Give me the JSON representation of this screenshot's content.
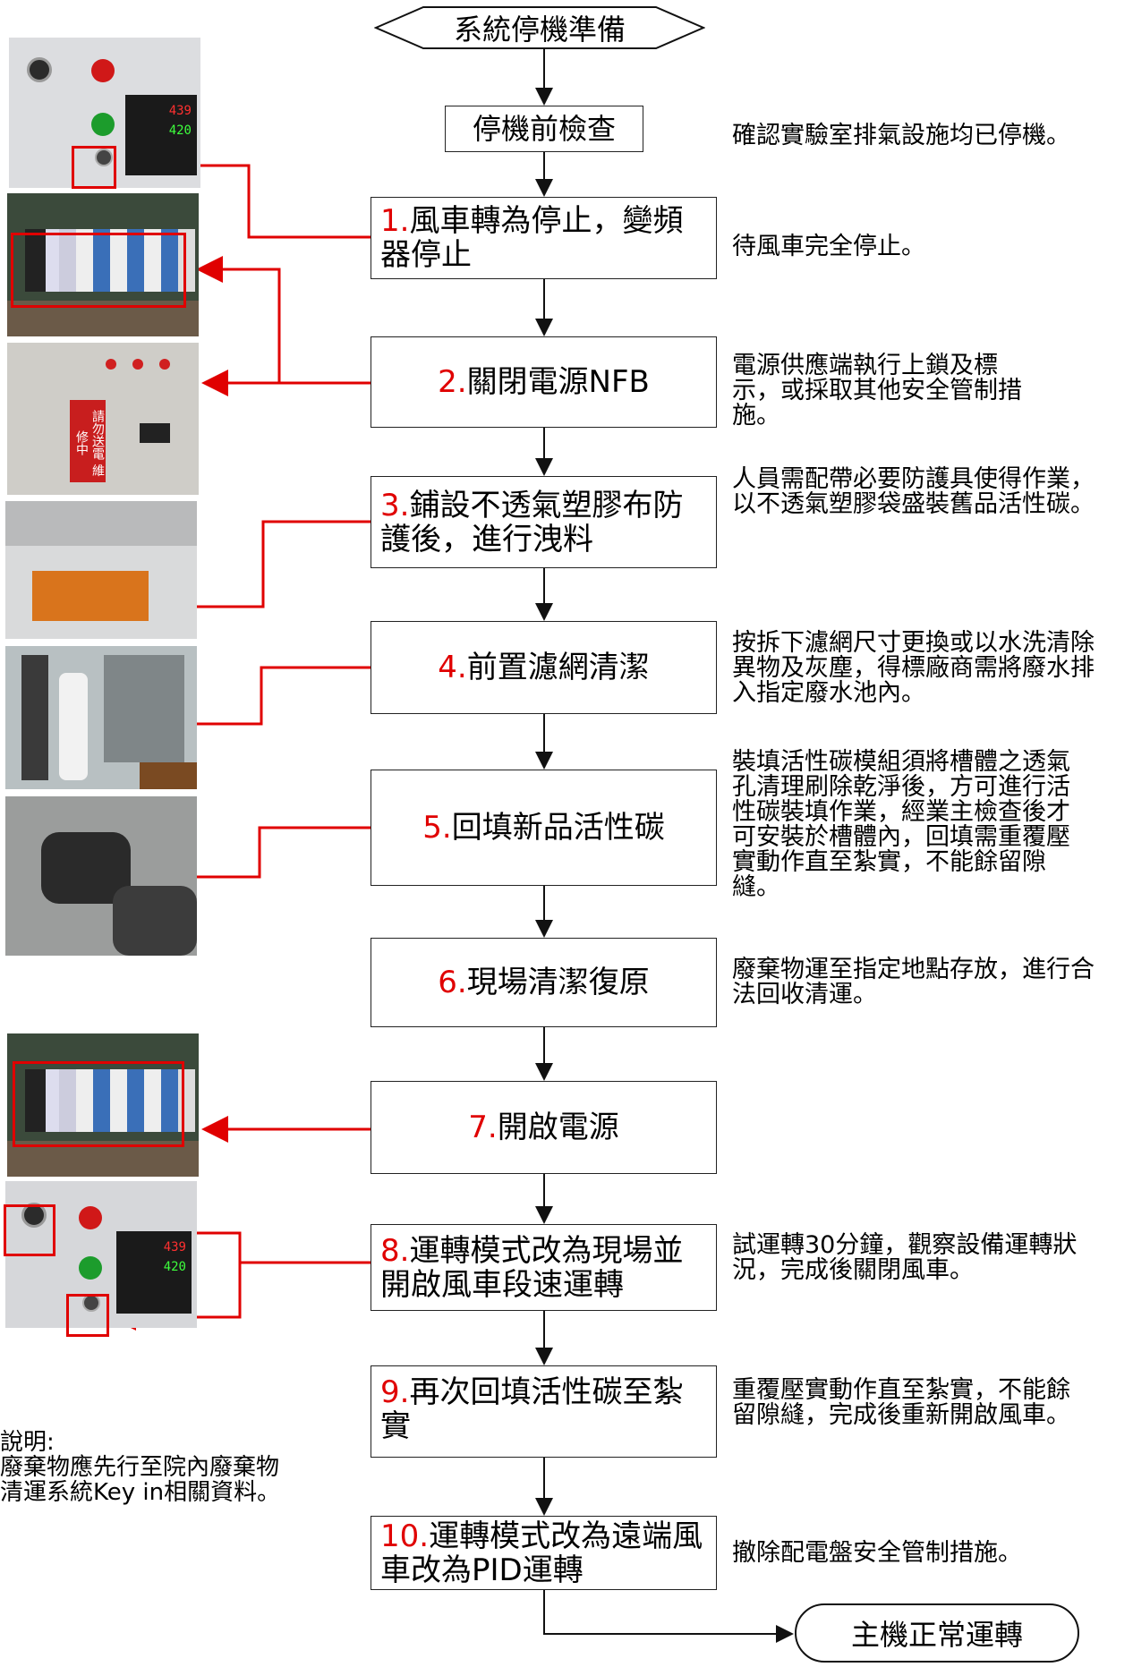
{
  "start": "系統停機準備",
  "check": "停機前檢查",
  "steps": [
    {
      "num": "1.",
      "text": "風車轉為停止，變頻器停止"
    },
    {
      "num": "2.",
      "text": "關閉電源NFB"
    },
    {
      "num": "3.",
      "text": "鋪設不透氣塑膠布防護後，進行洩料"
    },
    {
      "num": "4.",
      "text": "前置濾網清潔"
    },
    {
      "num": "5.",
      "text": "回填新品活性碳"
    },
    {
      "num": "6.",
      "text": "現場清潔復原"
    },
    {
      "num": "7.",
      "text": "開啟電源"
    },
    {
      "num": "8.",
      "text": "運轉模式改為現場並開啟風車段速運轉"
    },
    {
      "num": "9.",
      "text": "再次回填活性碳至紮實"
    },
    {
      "num": "10.",
      "text": "運轉模式改為遠端風車改為PID運轉"
    }
  ],
  "notes": {
    "check": "確認實驗室排氣設施均已停機。",
    "step1": "待風車完全停止。",
    "step2": "電源供應端執行上鎖及標示，或採取其他安全管制措施。",
    "step3": "人員需配帶必要防護具使得作業，以不透氣塑膠袋盛裝舊品活性碳。",
    "step4": "按拆下濾網尺寸更換或以水洗清除異物及灰塵，得標廠商需將廢水排入指定廢水池內。",
    "step5": "裝填活性碳模組須將槽體之透氣孔清理刷除乾淨後，方可進行活性碳裝填作業，經業主檢查後才可安裝於槽體內，回填需重覆壓實動作直至紮實，不能餘留隙縫。",
    "step6": "廢棄物運至指定地點存放，進行合法回收清運。",
    "step8": "試運轉30分鐘，觀察設備運轉狀況，完成後關閉風車。",
    "step9": "重覆壓實動作直至紮實，不能餘留隙縫，完成後重新開啟風車。",
    "step10": "撤除配電盤安全管制措施。"
  },
  "end": "主機正常運轉",
  "remark": {
    "title": "說明:",
    "line1": "廢棄物應先行至院內廢棄物",
    "line2": "清運系統Key in相關資料。"
  },
  "photo_labels": {
    "panel_display_top": "439",
    "panel_display_bottom": "420",
    "warning_sign": "請勿送電 維修中"
  },
  "colors": {
    "accent": "#e00000",
    "line": "#111111"
  }
}
